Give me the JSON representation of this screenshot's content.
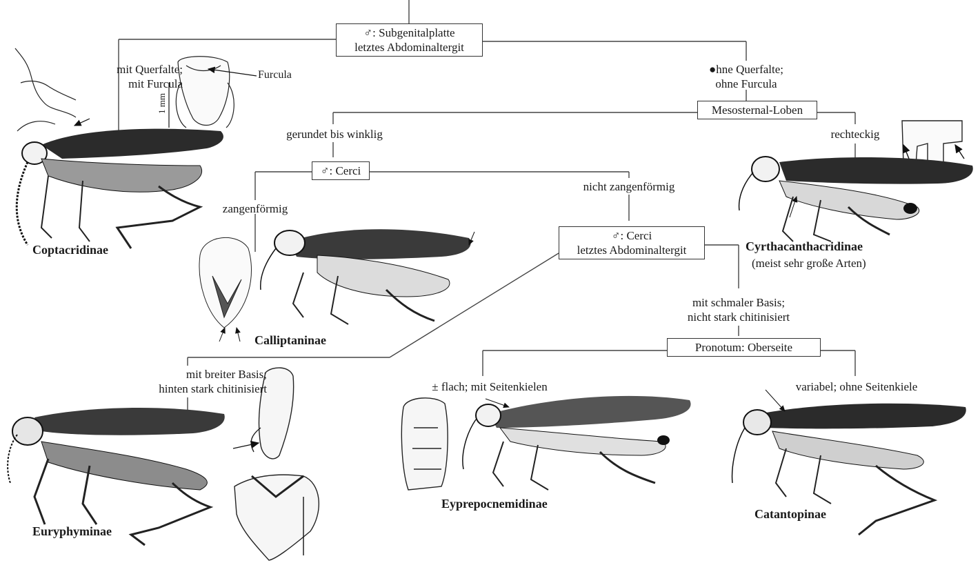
{
  "nodes": {
    "root": {
      "line1": "♂: Subgenitalplatte",
      "line2": "letztes Abdominaltergit"
    },
    "meso": {
      "text": "Mesosternal-Loben"
    },
    "cerci1": {
      "text": "♂: Cerci"
    },
    "cerci2": {
      "line1": "♂: Cerci",
      "line2": "letztes Abdominaltergit"
    },
    "pronotum": {
      "text": "Pronotum: Oberseite"
    }
  },
  "branches": {
    "mit_querfalte": {
      "line1": "mit Querfalte;",
      "line2": "mit Furcula"
    },
    "ohne_querfalte": {
      "line1": "●hne Querfalte;",
      "line2": "ohne Furcula"
    },
    "gerundet": "gerundet bis winklig",
    "rechteckig": "rechteckig",
    "zangenfoermig": "zangenförmig",
    "nicht_zangenfoermig": "nicht zangenförmig",
    "schmale_basis": {
      "line1": "mit schmaler Basis;",
      "line2": "nicht stark chitinisiert"
    },
    "breite_basis": {
      "line1": "mit breiter Basis;",
      "line2": "hinten stark chitinisiert"
    },
    "flach": "± flach; mit Seitenkielen",
    "variabel": "variabel; ohne Seitenkiele"
  },
  "annotations": {
    "furcula": "Furcula",
    "scale": "1 mm"
  },
  "taxa": {
    "coptacridinae": "Coptacridinae",
    "calliptaninae": "Calliptaninae",
    "cyrthacanthacridinae": "Cyrthacanthacridinae",
    "cyrthacanthacridinae_note": "(meist sehr große Arten)",
    "euryphyminae": "Euryphyminae",
    "eyprepocnemidinae": "Eyprepocnemidinae",
    "catantopinae": "Catantopinae"
  },
  "colors": {
    "line": "#444444",
    "ink": "#1a1a1a",
    "wing": "#2b2b2b",
    "fill": "#e8e8e8"
  }
}
